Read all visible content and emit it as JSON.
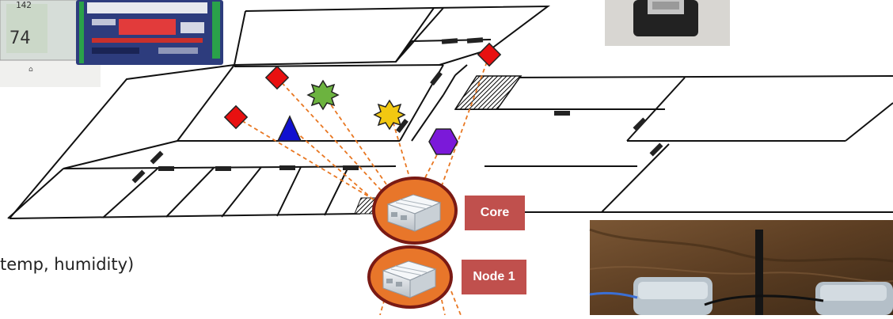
{
  "labels": {
    "core": "Core",
    "node1": "Node 1",
    "caption": "temp, humidity)"
  },
  "thermostat": {
    "reading": "74",
    "top_reading": "142"
  },
  "colors": {
    "floorplan_line": "#111111",
    "door": "#222222",
    "link_line": "#e87722",
    "node_ring": "#7a1a14",
    "node_fill": "#e8762a",
    "label_fill": "#c0504d",
    "sensor_red": "#e81010",
    "sensor_green": "#6cb33f",
    "sensor_yellow": "#f2c811",
    "sensor_blue": "#1010d0",
    "sensor_purple": "#7b19d9"
  },
  "icons": [
    "thermostat-photo",
    "io-module-photo",
    "device-photo",
    "raspberry-pi-case",
    "hardware-photo"
  ]
}
